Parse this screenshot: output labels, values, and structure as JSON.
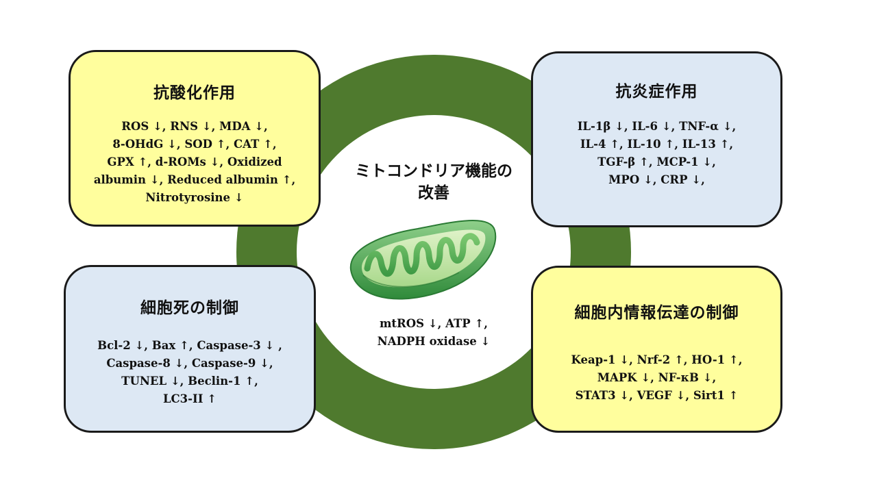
{
  "center": {
    "title": "ミトコンドリア機能の\n改善",
    "markers": "mtROS ↓, ATP ↑,\nNADPH oxidase ↓",
    "image_icon": "mitochondrion-icon"
  },
  "boxes": {
    "antioxidant": {
      "title": "抗酸化作用",
      "body": "ROS ↓, RNS ↓, MDA ↓,\n8-OHdG ↓, SOD ↑, CAT ↑,\nGPX ↑, d-ROMs ↓, Oxidized\nalbumin ↓, Reduced albumin ↑,\nNitrotyrosine ↓",
      "color": "#fffe9d"
    },
    "antiinflammatory": {
      "title": "抗炎症作用",
      "body": "IL-1β ↓, IL-6 ↓, TNF-α ↓,\nIL-4 ↑, IL-10 ↑, IL-13 ↑,\nTGF-β ↑, MCP-1 ↓,\nMPO ↓, CRP ↓,",
      "color": "#dde8f4"
    },
    "celldeath": {
      "title": "細胞死の制御",
      "body": "Bcl-2 ↓, Bax ↑, Caspase-3 ↓ ,\nCaspase-8 ↓, Caspase-9 ↓,\nTUNEL ↓,  Beclin-1 ↑,\nLC3-II ↑",
      "color": "#dde8f4"
    },
    "signaling": {
      "title": "細胞内情報伝達の制御",
      "body": "Keap-1 ↓, Nrf-2 ↑, HO-1 ↑,\nMAPK ↓, NF-κB ↓,\nSTAT3 ↓, VEGF ↓, Sirt1 ↑",
      "color": "#fffe9d"
    }
  },
  "colors": {
    "ring": "#4f7a2e",
    "border": "#1a1a1a"
  }
}
